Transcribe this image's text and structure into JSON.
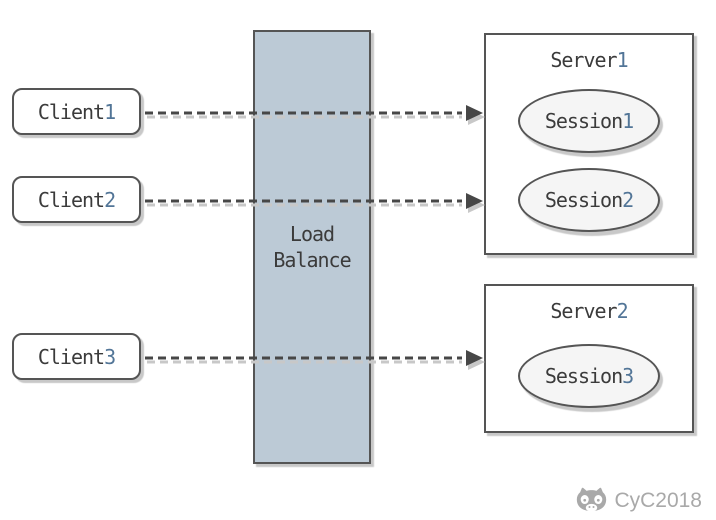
{
  "diagram": {
    "clients": [
      {
        "word": "Client",
        "num": "1"
      },
      {
        "word": "Client",
        "num": "2"
      },
      {
        "word": "Client",
        "num": "3"
      }
    ],
    "load_balancer": {
      "line1": "Load",
      "line2": "Balance"
    },
    "servers": [
      {
        "title_word": "Server",
        "title_num": "1",
        "sessions": [
          {
            "word": "Session",
            "num": "1"
          },
          {
            "word": "Session",
            "num": "2"
          }
        ]
      },
      {
        "title_word": "Server",
        "title_num": "2",
        "sessions": [
          {
            "word": "Session",
            "num": "3"
          }
        ]
      }
    ],
    "watermark": {
      "text": "CyC2018"
    },
    "colors": {
      "border": "#555555",
      "arrow": "#474747",
      "shadow": "#c8c8c8",
      "lb_fill": "#bccad6",
      "session_fill": "#f5f5f5",
      "text": "#3b3b3b",
      "digit": "#527597",
      "watermark": "#a9a9a9"
    }
  }
}
